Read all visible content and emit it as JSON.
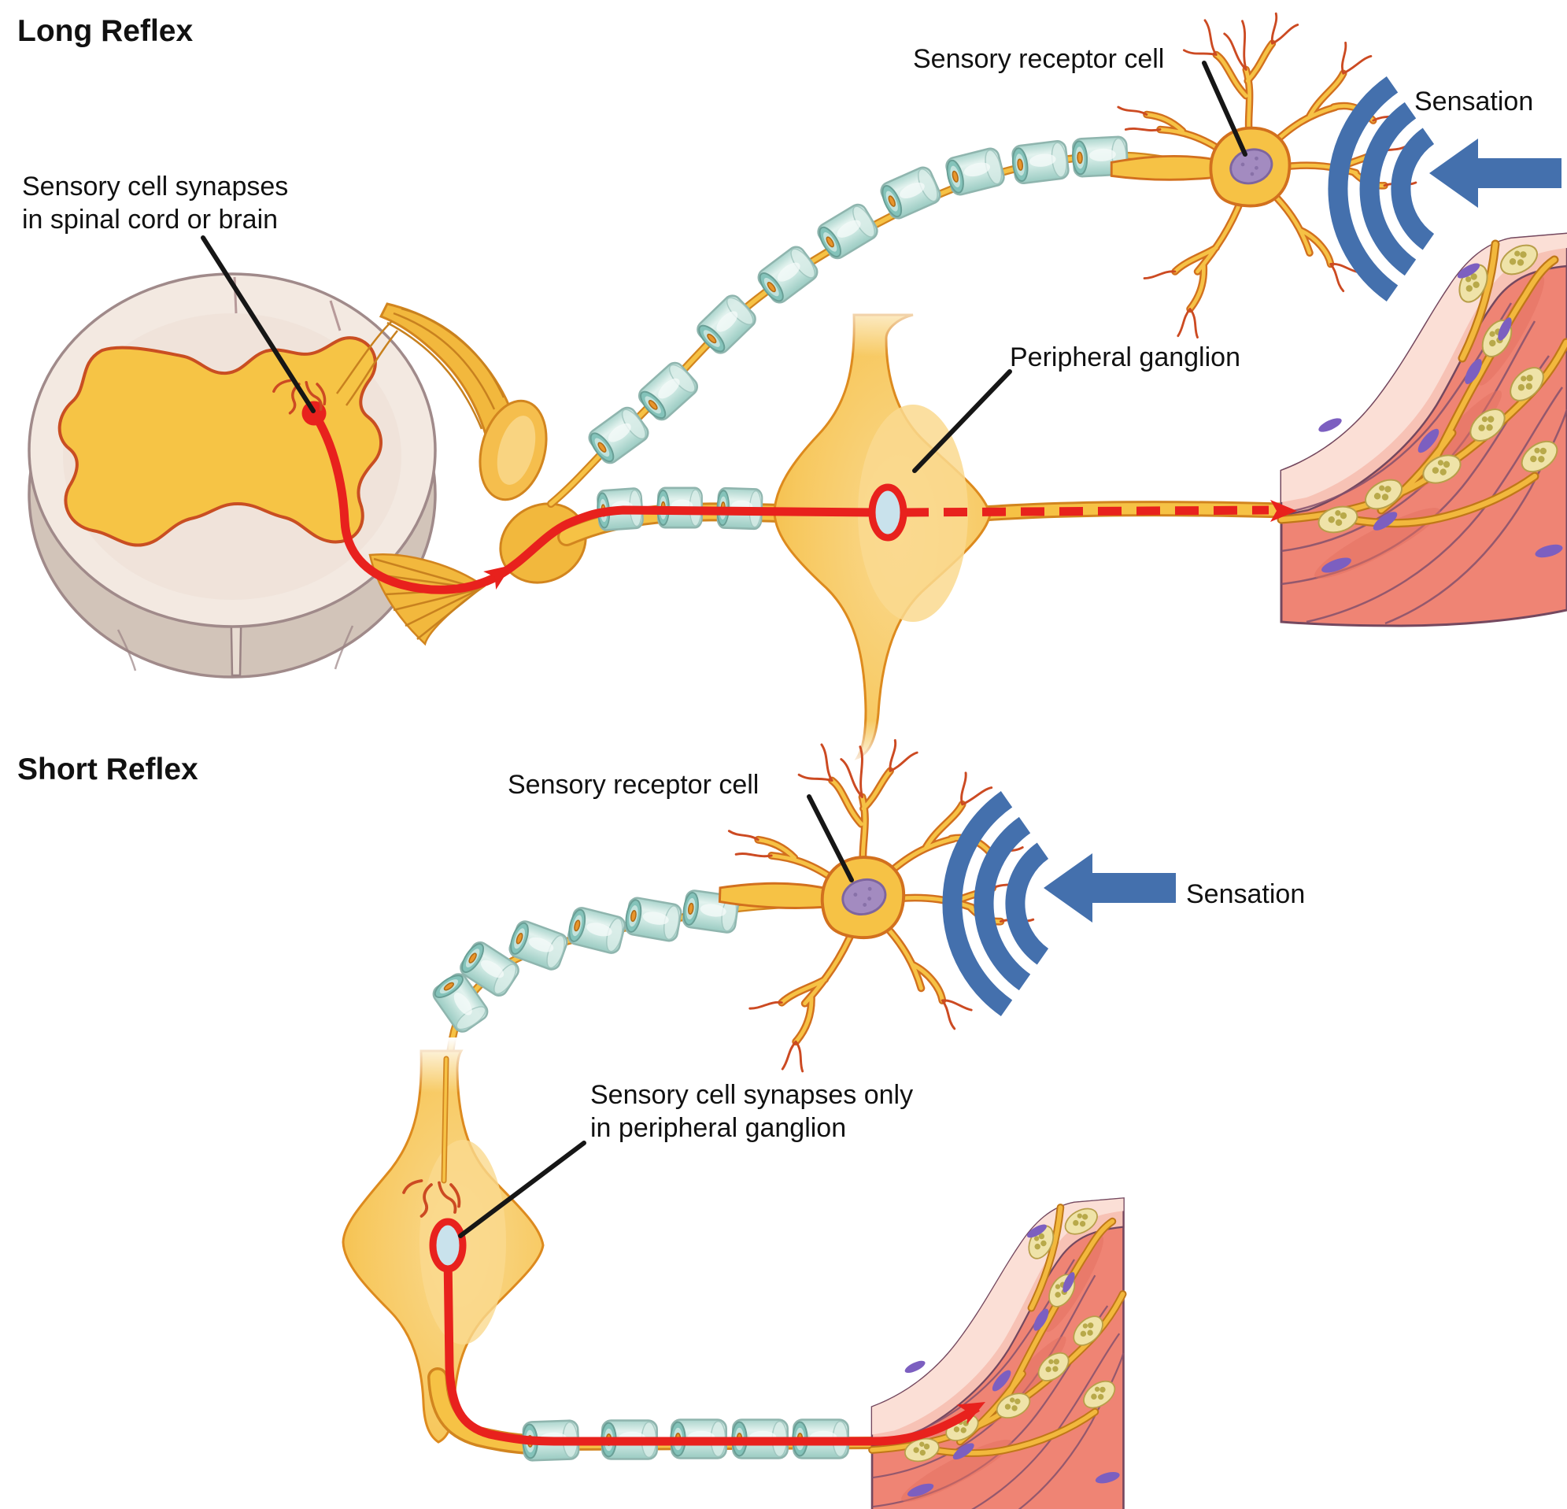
{
  "figure": {
    "type": "anatomical-diagram",
    "background": "#FFFFFF",
    "long_reflex": {
      "title": "Long Reflex",
      "labels": {
        "spinal_synapse_line1": "Sensory cell synapses",
        "spinal_synapse_line2": "in spinal cord or brain",
        "sensory_receptor": "Sensory receptor cell",
        "sensation": "Sensation",
        "peripheral_ganglion": "Peripheral ganglion"
      }
    },
    "short_reflex": {
      "title": "Short Reflex",
      "labels": {
        "sensory_receptor": "Sensory receptor cell",
        "sensation": "Sensation",
        "ganglion_synapse_line1": "Sensory cell synapses only",
        "ganglion_synapse_line2": "in peripheral ganglion"
      }
    },
    "colors": {
      "background": "#FFFFFF",
      "label_text": "#111111",
      "accent_red": "#E8211D",
      "sensation_blue": "#4470AD",
      "neuron_yellow": "#F6C245",
      "neuron_outline": "#D2701E",
      "dendrite_orange": "#CC4A22",
      "myelin_teal": "#CBE7E0",
      "myelin_edge": "#8FB5AE",
      "gray_matter_yellow": "#F6C445",
      "gray_matter_outline": "#C94E22",
      "white_matter": "#F3E9E1",
      "cord_outline": "#A08A8A",
      "cord_base": "#D2C4B9",
      "ganglion_highlight": "#FAD98F",
      "synapse_fill": "#C9E2EC",
      "muscle_dark": "#EF8474",
      "muscle_light": "#F7C2B5",
      "muscle_lighter": "#FBDFD6",
      "muscle_outline": "#74485F",
      "muscle_nucleus_purple": "#7C5FC0",
      "nucleus_purple": "#A38BC0",
      "varicosity_fill": "#EFE3A8",
      "varicosity_dot": "#B8A94A"
    },
    "icons": {
      "sensation_waves": "signal-arcs-icon",
      "sensation_arrow": "arrow-left-icon"
    }
  }
}
